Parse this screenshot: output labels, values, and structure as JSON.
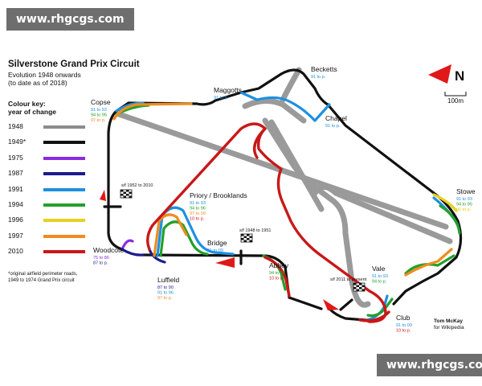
{
  "watermark": "www.rhgcgs.com",
  "title": "Silverstone Grand Prix Circuit",
  "subtitle_1": "Evolution 1948 onwards",
  "subtitle_2": "(to date as of 2018)",
  "key_title_1": "Colour key:",
  "key_title_2": "year of change",
  "legend": [
    {
      "label": "1948",
      "color": "#8c8c8c"
    },
    {
      "label": "1949*",
      "color": "#111111"
    },
    {
      "label": "1975",
      "color": "#8a2be2"
    },
    {
      "label": "1987",
      "color": "#1c1c8c"
    },
    {
      "label": "1991",
      "color": "#1e90e0"
    },
    {
      "label": "1994",
      "color": "#22a02a"
    },
    {
      "label": "1996",
      "color": "#e8d020"
    },
    {
      "label": "1997",
      "color": "#f08c1e"
    },
    {
      "label": "2010",
      "color": "#c81818"
    }
  ],
  "footnote_1": "*original airfield perimeter roads,",
  "footnote_2": "1949 to 1974 Grand Prix circuit",
  "credit_1": "Tom McKay",
  "credit_2": "for Wikipedia",
  "north_label": "N",
  "scale_label": "100m",
  "start_lines": {
    "sf_1952": "s/f 1952 to 2010",
    "sf_1948": "s/f 1948 to 1951",
    "sf_2011": "s/f 2011 to present"
  },
  "corners": {
    "copse": {
      "name": "Copse",
      "lines": [
        "91 to 93",
        "94 to 96",
        "97 to p."
      ]
    },
    "maggotts": {
      "name": "Maggotts",
      "lines": [
        "91 to p."
      ]
    },
    "becketts": {
      "name": "Becketts",
      "lines": [
        "91 to p."
      ]
    },
    "chapel": {
      "name": "Chapel",
      "lines": [
        "91 to p."
      ]
    },
    "stowe": {
      "name": "Stowe",
      "lines": [
        "91 to 93",
        "94 to 95",
        "96 to p."
      ]
    },
    "priory": {
      "name": "Priory / Brooklands",
      "lines": [
        "91 to 93",
        "94 to 96",
        "97 to 09",
        "10 to p."
      ]
    },
    "bridge": {
      "name": "Bridge",
      "lines": [
        "91 to 09"
      ]
    },
    "woodcote": {
      "name": "Woodcote",
      "lines": [
        "75 to 86",
        "87 to p."
      ]
    },
    "luffield": {
      "name": "Luffield",
      "lines": [
        "87 to 90",
        "91 to 96",
        "97 to p."
      ]
    },
    "abbey": {
      "name": "Abbey",
      "lines": [
        "94 to 09",
        "10 to p."
      ]
    },
    "vale": {
      "name": "Vale",
      "lines": [
        "91 to 93",
        "94 to p."
      ]
    },
    "club": {
      "name": "Club",
      "lines": [
        "91 to 09",
        "10 to p."
      ]
    }
  }
}
